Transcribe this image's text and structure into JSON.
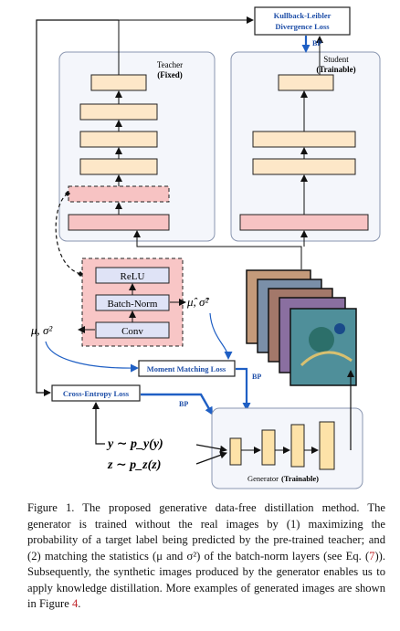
{
  "teacher": {
    "title": "Teacher",
    "subtitle": "(Fixed)"
  },
  "student": {
    "title": "Student",
    "subtitle": "(Trainable)"
  },
  "kl_loss": {
    "line1": "Kullback-Leibler",
    "line2": "Divergence Loss"
  },
  "bp_label": "BP",
  "bn_detail": {
    "relu": "ReLU",
    "batchnorm": "Batch-Norm",
    "conv": "Conv"
  },
  "stats": {
    "estimated": "μ̂, σ̂²",
    "true": "μ, σ²"
  },
  "moment_loss": "Moment Matching Loss",
  "ce_loss": "Cross-Entropy Loss",
  "generator": {
    "title": "Generator",
    "subtitle": "(Trainable)"
  },
  "inputs": {
    "y": "y ∼ p_y(y)",
    "z": "z ∼ p_z(z)"
  },
  "colors": {
    "layer_fill": "#fde7c8",
    "layer_stroke": "#222222",
    "first_layer_fill": "#f7c3c3",
    "panel_fill": "#f4f6fb",
    "panel_stroke": "#8a96b0",
    "bn_zone_fill": "#f8c6c6",
    "bn_box_fill": "#dfe3f6",
    "arrow_blue": "#1f5fc4",
    "generator_layer_fill": "#fde2a8"
  },
  "caption": {
    "p1": "Figure 1.   The proposed generative data-free distillation method. The generator is trained without the real images by (1) maximizing the probability of a target label being predicted by the pre-trained teacher; and (2) matching the statistics (μ and σ²) of the batch-norm layers (see Eq. (",
    "eq_ref": "7",
    "p2": ")). Subsequently, the synthetic images produced by the generator enables us to apply knowledge distillation. More examples of generated images are shown in Figure ",
    "fig_ref": "4",
    "p3": "."
  }
}
